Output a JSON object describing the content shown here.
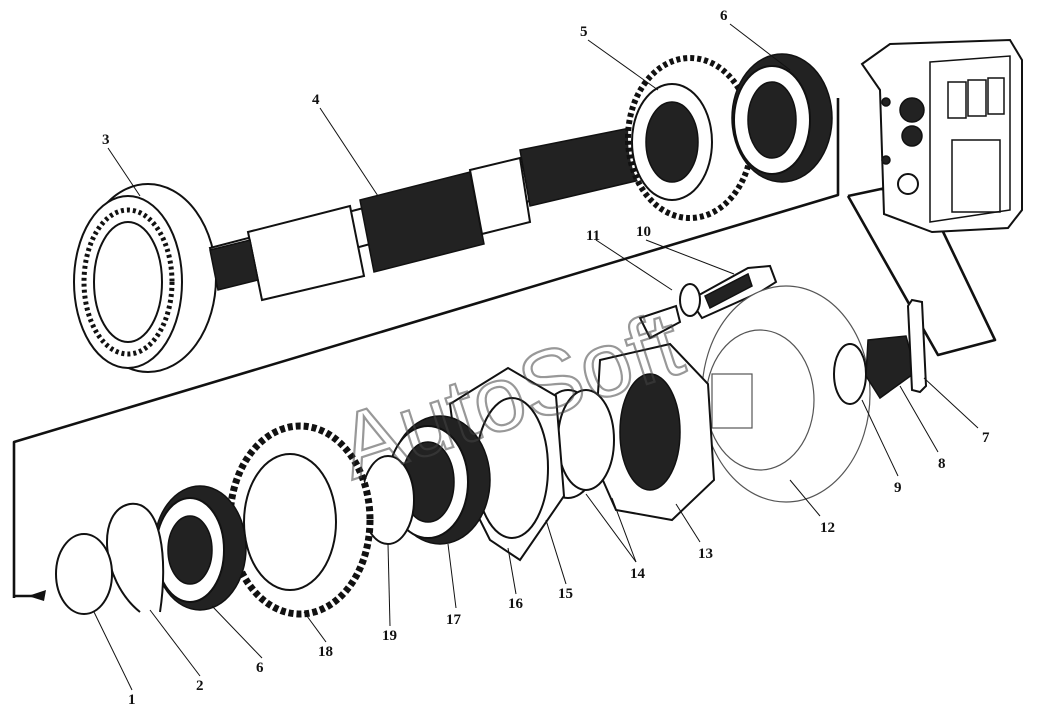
{
  "watermark": "AutoSoft",
  "callouts": [
    {
      "id": "c1",
      "text": "1"
    },
    {
      "id": "c2",
      "text": "2"
    },
    {
      "id": "c3",
      "text": "3"
    },
    {
      "id": "c4",
      "text": "4"
    },
    {
      "id": "c5",
      "text": "5"
    },
    {
      "id": "c6a",
      "text": "6"
    },
    {
      "id": "c6b",
      "text": "6"
    },
    {
      "id": "c7",
      "text": "7"
    },
    {
      "id": "c8",
      "text": "8"
    },
    {
      "id": "c9",
      "text": "9"
    },
    {
      "id": "c10",
      "text": "10"
    },
    {
      "id": "c11",
      "text": "11"
    },
    {
      "id": "c12",
      "text": "12"
    },
    {
      "id": "c13",
      "text": "13"
    },
    {
      "id": "c14",
      "text": "14"
    },
    {
      "id": "c15",
      "text": "15"
    },
    {
      "id": "c16",
      "text": "16"
    },
    {
      "id": "c17",
      "text": "17"
    },
    {
      "id": "c18",
      "text": "18"
    },
    {
      "id": "c19",
      "text": "19"
    }
  ]
}
